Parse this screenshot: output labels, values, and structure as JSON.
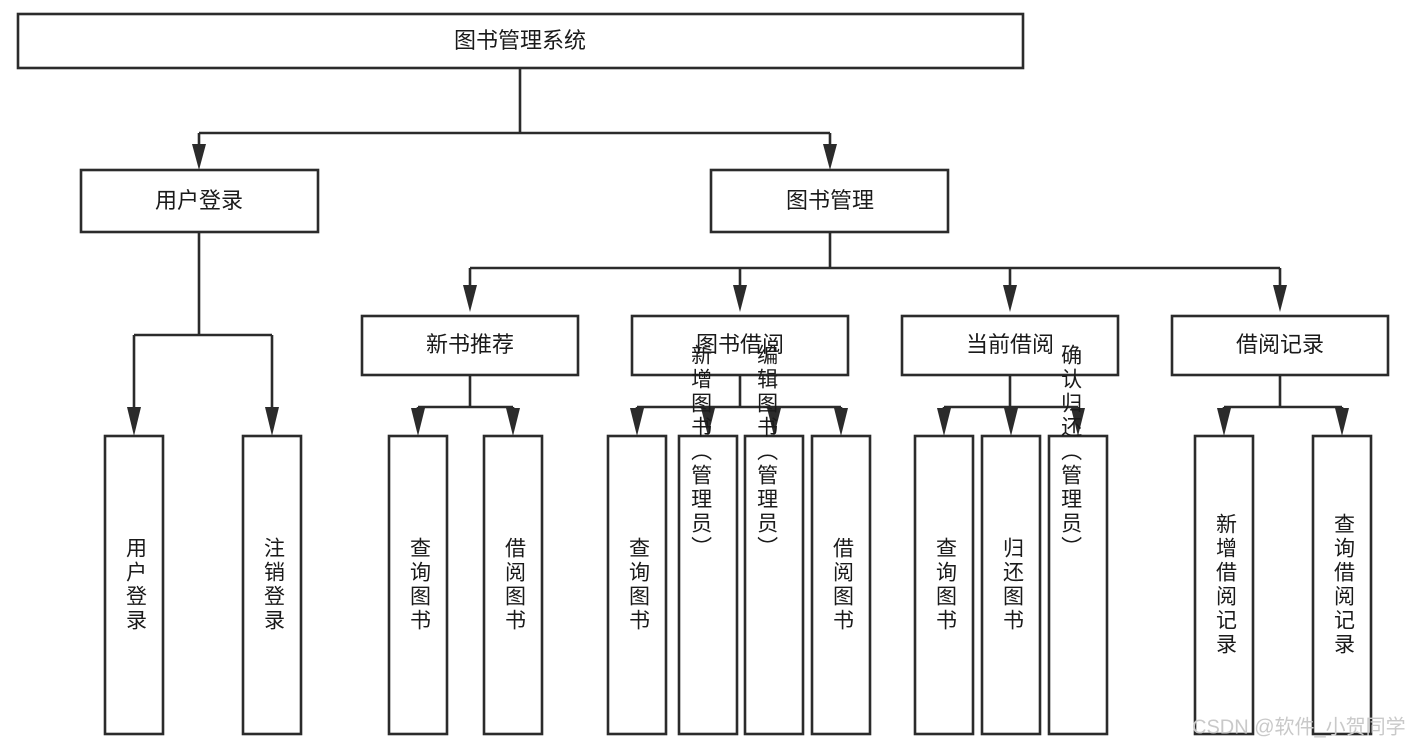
{
  "diagram": {
    "title": "图书管理系统",
    "type": "tree-hierarchy",
    "watermark": "CSDN @软件_小贺同学",
    "colors": {
      "stroke": "#2b2b2b",
      "fill": "#ffffff",
      "text": "#1a1a1a",
      "watermark": "#c9c9c9",
      "background": "#ffffff"
    },
    "root": {
      "label": "图书管理系统"
    },
    "level2": [
      {
        "label": "用户登录"
      },
      {
        "label": "图书管理"
      }
    ],
    "level3": [
      {
        "label": "新书推荐"
      },
      {
        "label": "图书借阅"
      },
      {
        "label": "当前借阅"
      },
      {
        "label": "借阅记录"
      }
    ],
    "leaves": {
      "user_login": [
        {
          "label": "用户登录"
        },
        {
          "label": "注销登录"
        }
      ],
      "new_book_recommend": [
        {
          "label": "查询图书"
        },
        {
          "label": "借阅图书"
        }
      ],
      "book_borrow": [
        {
          "label": "查询图书"
        },
        {
          "label": "新增图书（管理员）"
        },
        {
          "label": "编辑图书（管理员）"
        },
        {
          "label": "借阅图书"
        }
      ],
      "current_borrow": [
        {
          "label": "查询图书"
        },
        {
          "label": "归还图书"
        },
        {
          "label": "确认归还（管理员）"
        }
      ],
      "borrow_record": [
        {
          "label": "新增借阅记录"
        },
        {
          "label": "查询借阅记录"
        }
      ]
    }
  }
}
